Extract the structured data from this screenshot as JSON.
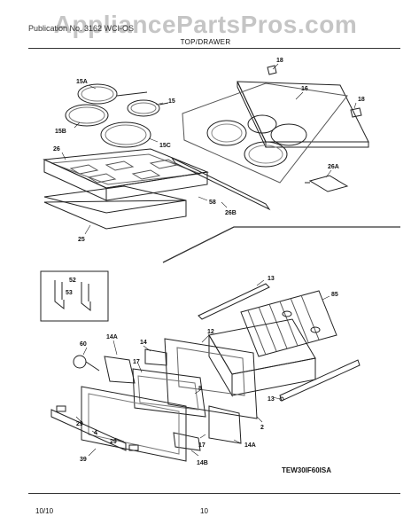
{
  "watermark": "AppliancePartsPros.com",
  "header_text": "Publication No. 3162  WCI-OS",
  "section_title": "TOP/DRAWER",
  "model_code": "TEW30IF60ISA",
  "footer": {
    "date": "10/10",
    "page_number": "10"
  },
  "callouts": {
    "c18a": "18",
    "c16": "16",
    "c15a": "15A",
    "c15": "15",
    "c15b": "15B",
    "c15c": "15C",
    "c26": "26",
    "c18b": "18",
    "c26a": "26A",
    "c58": "58",
    "c26b": "26B",
    "c25": "25",
    "c52": "52",
    "c53": "53",
    "c13a": "13",
    "c85": "85",
    "c60": "60",
    "c14a": "14A",
    "c14": "14",
    "c17a": "17",
    "c12": "12",
    "c8": "8",
    "c2": "2",
    "c13b": "13",
    "c29a": "29",
    "c4": "4",
    "c29b": "29",
    "c39": "39",
    "c17b": "17",
    "c14a2": "14A",
    "c14b": "14B"
  }
}
